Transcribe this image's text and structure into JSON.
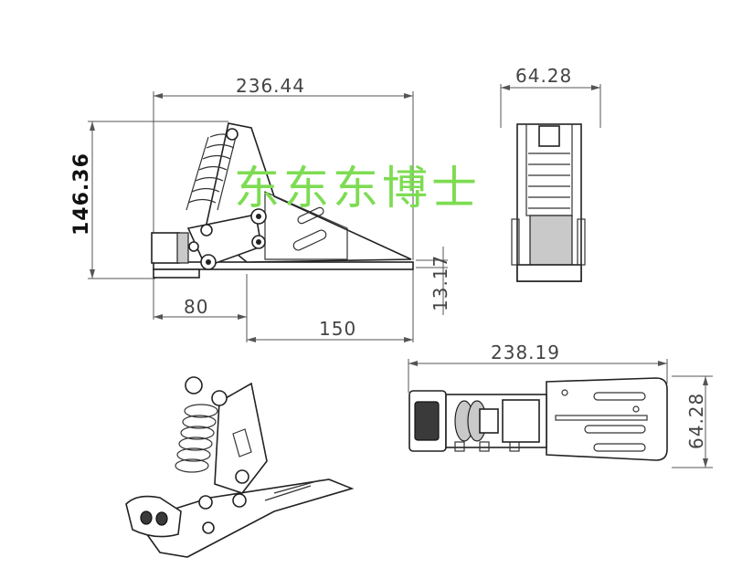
{
  "dimensions": {
    "side_overall_length": "236.44",
    "side_height": "146.36",
    "side_front_offset": "80",
    "side_base_length": "150",
    "side_base_thickness": "13.17",
    "front_width": "64.28",
    "top_overall_length": "238.19",
    "top_width": "64.28"
  },
  "watermark": "东东东博士"
}
